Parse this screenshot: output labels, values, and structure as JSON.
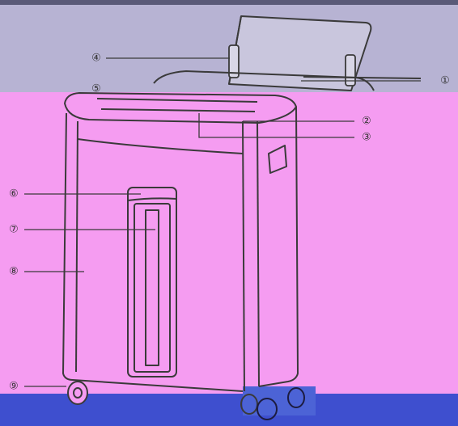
{
  "callouts": [
    {
      "id": 1,
      "label": "①"
    },
    {
      "id": 2,
      "label": "②"
    },
    {
      "id": 3,
      "label": "③"
    },
    {
      "id": 4,
      "label": "④"
    },
    {
      "id": 5,
      "label": "⑤"
    },
    {
      "id": 6,
      "label": "⑥"
    },
    {
      "id": 7,
      "label": "⑦"
    },
    {
      "id": 8,
      "label": "⑧"
    },
    {
      "id": 9,
      "label": "⑨"
    }
  ],
  "colors": {
    "top_band": "#b7b3d3",
    "middle_band": "#f59cf1",
    "bottom_band": "#3e4fcf",
    "line": "#3a3a3a"
  }
}
